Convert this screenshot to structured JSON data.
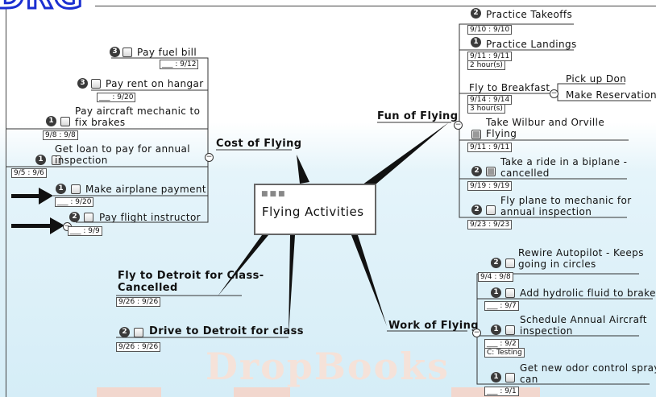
{
  "watermark": "DropBooks",
  "central": {
    "label": "Flying Activities",
    "icon": "mindmap-topic-dots"
  },
  "cost": {
    "label": "Cost of Flying",
    "items": [
      {
        "priority": "3",
        "text": "Pay fuel bill",
        "dates": "___ : 9/12"
      },
      {
        "priority": "3",
        "text": "Pay rent on hangar",
        "dates": "___ : 9/20"
      },
      {
        "priority": "1",
        "line1": "Pay aircraft mechanic to",
        "line2": "fix brakes",
        "dates": "9/8 : 9/8"
      },
      {
        "priority": "1",
        "line1": "Get loan to pay for annual",
        "line2": "inspection",
        "dates": "9/5 : 9/6"
      },
      {
        "priority": "1",
        "text": "Make airplane payment",
        "dates": "___ : 9/20"
      },
      {
        "priority": "2",
        "text": "Pay flight instructor",
        "dates": "___ : 9/9"
      }
    ]
  },
  "fun": {
    "label": "Fun of Flying",
    "items": [
      {
        "priority": "2",
        "text": "Practice Takeoffs",
        "dates": "9/10 : 9/10"
      },
      {
        "priority": "1",
        "text": "Practice Landings",
        "dates": "9/11 : 9/11",
        "extra": "2 hour(s)"
      },
      {
        "text": "Fly to Breakfast",
        "dates": "9/14 : 9/14",
        "extra": "3 hour(s)",
        "children": [
          "Pick up Don",
          "Make Reservations"
        ]
      },
      {
        "line1": "Take Wilbur and Orville",
        "line2": "Flying",
        "dates": "9/11 : 9/11"
      },
      {
        "priority": "2",
        "line1": "Take a ride in a biplane -",
        "line2": "cancelled",
        "dates": "9/19 : 9/19"
      },
      {
        "priority": "2",
        "line1": "Fly plane to mechanic for",
        "line2": "annual inspection",
        "dates": "9/23 : 9/23"
      }
    ]
  },
  "detroit_cancelled": {
    "line1": "Fly to Detroit for Class-",
    "line2": "Cancelled",
    "dates": "9/26 : 9/26"
  },
  "detroit_drive": {
    "priority": "2",
    "text": "Drive to Detroit for class",
    "dates": "9/26 : 9/26"
  },
  "work": {
    "label": "Work of Flying",
    "items": [
      {
        "priority": "2",
        "line1": "Rewire Autopilot -  Keeps",
        "line2": "going in circles",
        "dates": "9/4 : 9/8"
      },
      {
        "priority": "1",
        "text": "Add hydrolic fluid to brakes",
        "dates": "___ : 9/7"
      },
      {
        "priority": "1",
        "line1": "Schedule Annual Aircraft",
        "line2": "inspection",
        "dates": "___ : 9/2",
        "extra": "C: Testing"
      },
      {
        "priority": "1",
        "line1": "Get new odor control spray",
        "line2": "can",
        "dates": "___ : 9/1"
      }
    ]
  }
}
